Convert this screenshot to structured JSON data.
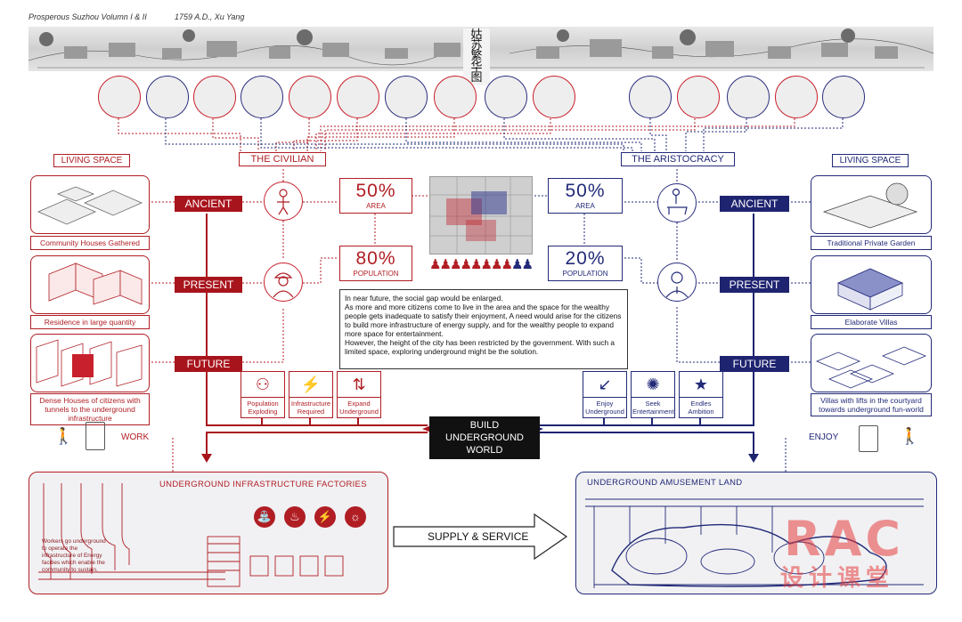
{
  "header": {
    "left": "Prosperous Suzhou  Volumn I & II",
    "right": "1759 A.D., Xu Yang"
  },
  "scroll": {
    "title_chars": [
      "姑",
      "苏",
      "繁",
      "华",
      "图"
    ]
  },
  "vignettes": [
    "red",
    "blue",
    "red",
    "blue",
    "red",
    "red",
    "blue",
    "red",
    "blue",
    "red",
    "blue",
    "red",
    "blue",
    "red",
    "blue"
  ],
  "civilian": {
    "group_label": "THE CIVILIAN",
    "living_space": "LIVING SPACE",
    "eras": [
      "ANCIENT",
      "PRESENT",
      "FUTURE"
    ],
    "captions": [
      "Community Houses Gathered",
      "Residence in large quantity",
      "Dense Houses of citizens with tunnels to the underground infrastructure"
    ],
    "area_value": "50%",
    "area_label": "AREA",
    "pop_value": "80%",
    "pop_label": "POPULATION",
    "needs": [
      "Population Exploding",
      "Infrastructure Required",
      "Expand Underground"
    ],
    "work_label": "WORK"
  },
  "aristocracy": {
    "group_label": "THE ARISTOCRACY",
    "living_space": "LIVING SPACE",
    "eras": [
      "ANCIENT",
      "PRESENT",
      "FUTURE"
    ],
    "captions": [
      "Traditional Private Garden",
      "Elaborate Villas",
      "Villas with lifts in the courtyard towards underground fun-world"
    ],
    "area_value": "50%",
    "area_label": "AREA",
    "pop_value": "20%",
    "pop_label": "POPULATION",
    "needs": [
      "Enjoy Underground",
      "Seek Entertainment",
      "Endles Ambition"
    ],
    "enjoy_label": "ENJOY"
  },
  "narrative": [
    "In near future, the social gap would be enlarged.",
    "As more and more citizens come to live in the area and the space for the wealthy people gets inadequate to satisfy their enjoyment, A need would arise for the citizens to build more infrastructure of energy supply, and for the wealthy people to expand more space for entertainment.",
    "However, the height of the city has been restricted by the government. With such a limited space, exploring underground might be the solution."
  ],
  "population_bar": {
    "red_count": 8,
    "blue_count": 2
  },
  "center": {
    "build": [
      "BUILD",
      "UNDERGROUND",
      "WORLD"
    ]
  },
  "bottom": {
    "factories_title": "UNDERGROUND INFRASTRUCTURE FACTORIES",
    "factories_note": "Workers go underground to operate the infrastructure of Energy facities which enable the community to sustain.",
    "supply": "SUPPLY & SERVICE",
    "amusement_title": "UNDERGROUND AMUSEMENT LAND"
  },
  "watermark": {
    "logo": "RAC",
    "text": "设计课堂"
  },
  "colors": {
    "civilian": "#b01e24",
    "aristocracy": "#222a78"
  }
}
